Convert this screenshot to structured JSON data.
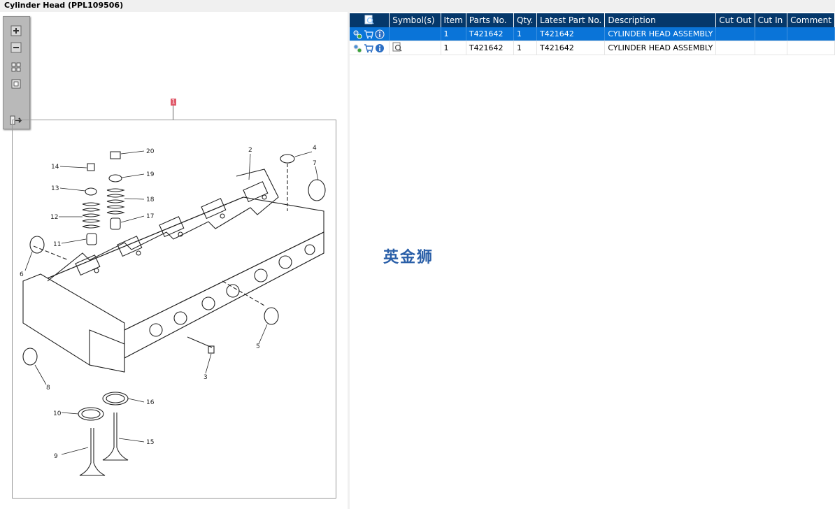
{
  "window": {
    "title": "Cylinder Head (PPL109506)"
  },
  "toolbar": {
    "zoom_in": "zoom-in",
    "zoom_out": "zoom-out",
    "fit": "fit-all",
    "actual": "actual-size",
    "pane": "toggle-pane"
  },
  "drawing": {
    "callout_marker": "1",
    "callouts": [
      "1",
      "2",
      "3",
      "4",
      "5",
      "6",
      "7",
      "8",
      "9",
      "10",
      "11",
      "12",
      "13",
      "14",
      "15",
      "16",
      "17",
      "18",
      "19",
      "20"
    ]
  },
  "table": {
    "columns": [
      "",
      "Symbol(s)",
      "Item",
      "Parts No.",
      "Qty.",
      "Latest Part No.",
      "Description",
      "Cut Out",
      "Cut In",
      "Comment"
    ],
    "rows": [
      {
        "item": "1",
        "part_no": "T421642",
        "qty": "1",
        "latest_part_no": "T421642",
        "description": "CYLINDER HEAD ASSEMBLY",
        "cut_out": "",
        "cut_in": "",
        "comment": ""
      },
      {
        "item": "1",
        "part_no": "T421642",
        "qty": "1",
        "latest_part_no": "T421642",
        "description": "CYLINDER HEAD ASSEMBLY",
        "cut_out": "",
        "cut_in": "",
        "comment": ""
      }
    ]
  },
  "watermark": "英金狮",
  "colors": {
    "header_bg": "#05386b",
    "selected_row": "#0a74d8",
    "marker": "#e05a6a"
  }
}
